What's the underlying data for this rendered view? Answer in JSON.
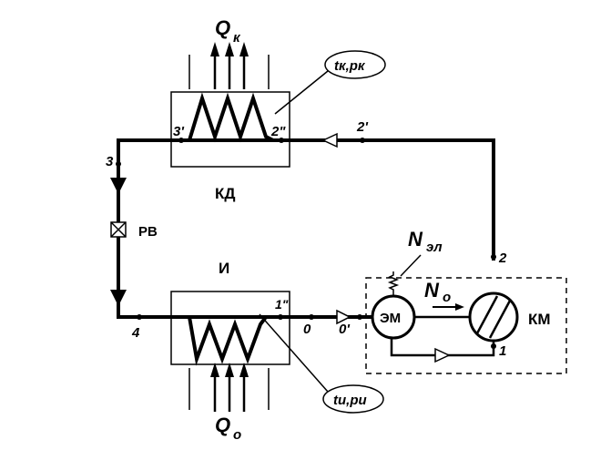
{
  "diagram": {
    "condenser": {
      "heat_main": "Q",
      "heat_sub": "к",
      "param": "tк,pк",
      "name": "КД"
    },
    "evaporator": {
      "heat_main": "Q",
      "heat_sub": "о",
      "param": "tи,pи",
      "name": "И"
    },
    "valve": {
      "name": "РВ"
    },
    "motor": {
      "name": "ЭМ",
      "power_main": "N",
      "power_sub": "эл"
    },
    "compressor": {
      "name": "КМ",
      "power_main": "N",
      "power_sub": "о"
    },
    "points": {
      "p1": "1",
      "p1pp": "1\"",
      "p0": "0",
      "p0p": "0'",
      "p2": "2",
      "p2p": "2'",
      "p2pp": "2\"",
      "p3": "3",
      "p3p": "3'",
      "p4": "4"
    }
  }
}
